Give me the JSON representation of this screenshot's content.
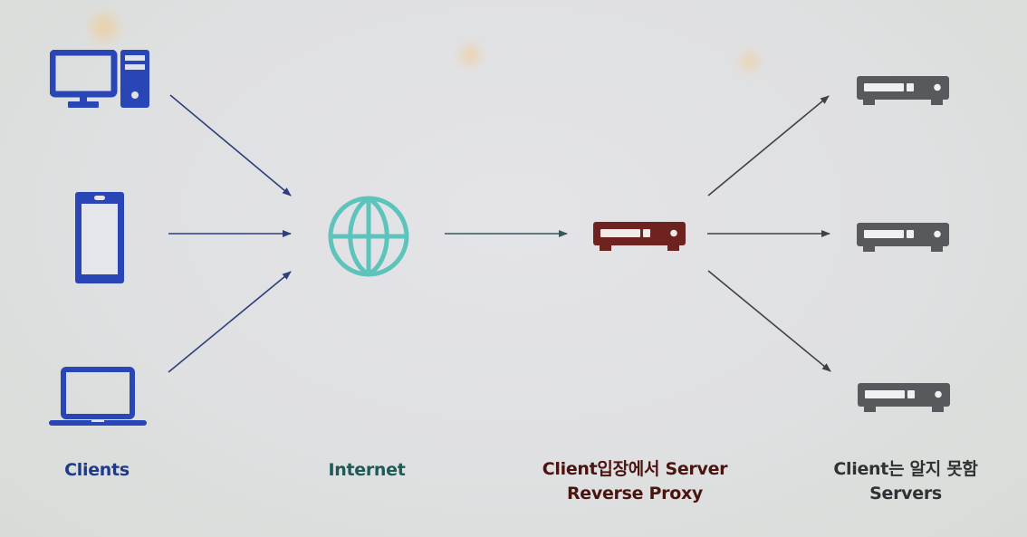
{
  "colors": {
    "clients": "#2a46b6",
    "internet": "#5cc4bb",
    "proxy": "#6e2320",
    "servers": "#58595d",
    "arrow_left": "#2e3f7c",
    "arrow_right": "#3f4244",
    "label_clients": "#1f3a8c",
    "label_internet": "#1f5a55",
    "label_proxy": "#4a1410",
    "label_servers": "#2f3133"
  },
  "columns": {
    "clients": {
      "label": "Clients",
      "icons": [
        "desktop-computer-icon",
        "smartphone-icon",
        "laptop-icon"
      ]
    },
    "internet": {
      "label": "Internet",
      "icon": "globe-icon"
    },
    "proxy": {
      "label_line1": "Client입장에서 Server",
      "label_line2": "Reverse Proxy",
      "icon": "server-icon"
    },
    "servers": {
      "label_line1": "Client는 알지 못함",
      "label_line2": "Servers",
      "icons": [
        "server-icon",
        "server-icon",
        "server-icon"
      ]
    }
  },
  "arrows": [
    {
      "from": "desktop",
      "to": "internet"
    },
    {
      "from": "smartphone",
      "to": "internet"
    },
    {
      "from": "laptop",
      "to": "internet"
    },
    {
      "from": "internet",
      "to": "reverse-proxy"
    },
    {
      "from": "reverse-proxy",
      "to": "server-1"
    },
    {
      "from": "reverse-proxy",
      "to": "server-2"
    },
    {
      "from": "reverse-proxy",
      "to": "server-3"
    }
  ]
}
